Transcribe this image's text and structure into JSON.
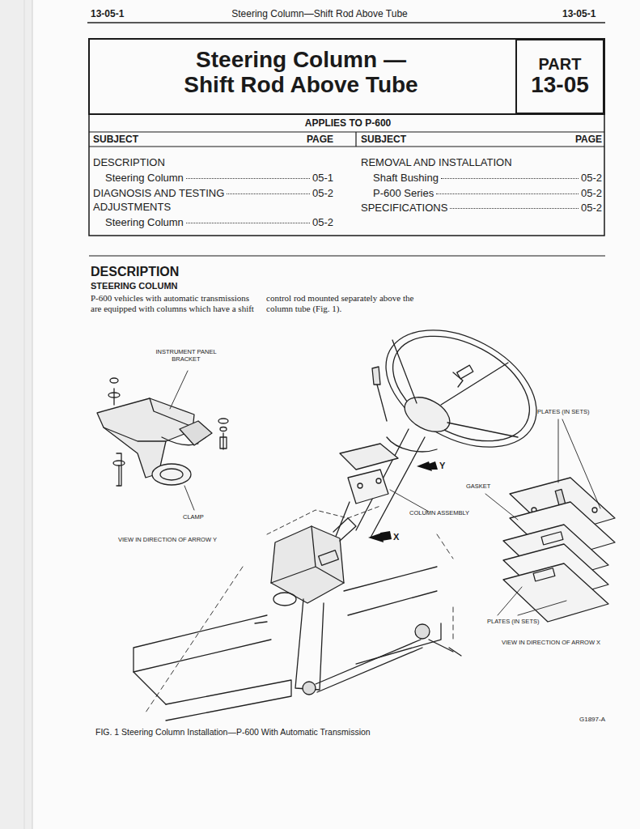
{
  "diagram": {
    "title": "Steering Column — Shift Rod Above Tube",
    "caption": "FIG. 1 Steering Column Installation—P-600 With Automatic Transmission",
    "nodes": [
      {
        "text": [
          "PART",
          "13-05"
        ]
      }
    ],
    "labels": [
      "13-05-1",
      "Steering Column—Shift Rod Above Tube",
      "13-05-1",
      "APPLIES TO P-600",
      "SUBJECT",
      "PAGE",
      "SUBJECT",
      "PAGE",
      "DESCRIPTION",
      "Steering Column",
      "05-1",
      "DIAGNOSIS AND TESTING",
      "05-2",
      "ADJUSTMENTS",
      "Steering Column",
      "05-2",
      "REMOVAL AND INSTALLATION",
      "Shaft Bushing",
      "05-2",
      "P-600 Series",
      "05-2",
      "SPECIFICATIONS",
      "05-2",
      "DESCRIPTION",
      "STEERING COLUMN",
      "P-600 vehicles with automatic transmissions are equipped with columns which have a shift control rod mounted separately above the column tube (Fig. 1).",
      "INSTRUMENT PANEL BRACKET",
      "CLAMP",
      "VIEW IN DIRECTION OF ARROW Y",
      "Y",
      "X",
      "COLUMN ASSEMBLY",
      "GASKET",
      "PLATES (IN SETS)",
      "PLATES (IN SETS)",
      "VIEW IN DIRECTION OF ARROW X",
      "G1897-A"
    ]
  }
}
